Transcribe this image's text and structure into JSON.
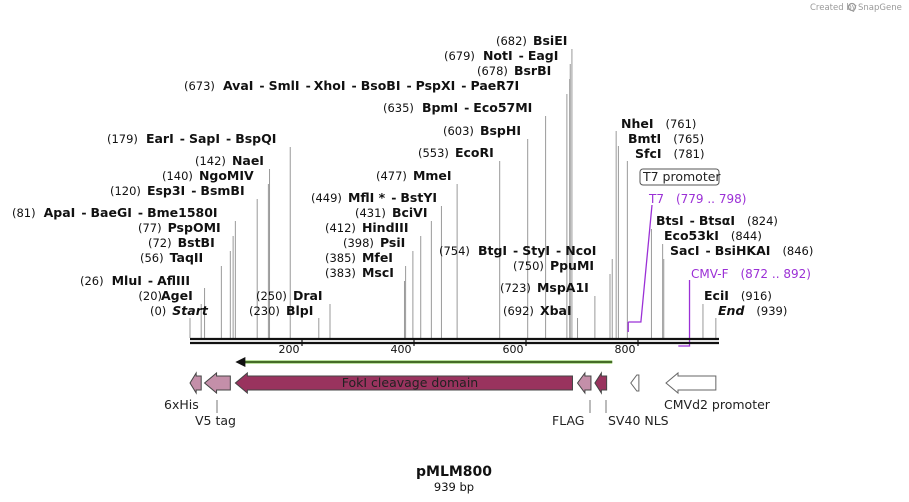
{
  "credit": "Created by",
  "brand": "SnapGene",
  "map_title": "pMLM800",
  "map_length_label": "939 bp",
  "ticks": [
    {
      "label": "200",
      "pos": 200
    },
    {
      "label": "400",
      "pos": 400
    },
    {
      "label": "600",
      "pos": 600
    },
    {
      "label": "800",
      "pos": 800
    }
  ],
  "site_groups": [
    {
      "pos_label": "(0)",
      "names": [
        "Start"
      ],
      "italic": true,
      "bp": 0
    },
    {
      "pos_label": "(20)",
      "names": [
        "AgeI"
      ],
      "bp": 20
    },
    {
      "pos_label": "(26)",
      "names": [
        "MluI",
        "AflIII"
      ],
      "bp": 26
    },
    {
      "pos_label": "(56)",
      "names": [
        "TaqII"
      ],
      "bp": 56
    },
    {
      "pos_label": "(72)",
      "names": [
        "BstBI"
      ],
      "bp": 72
    },
    {
      "pos_label": "(77)",
      "names": [
        "PspOMI"
      ],
      "bp": 77
    },
    {
      "pos_label": "(81)",
      "names": [
        "ApaI",
        "BaeGI",
        "Bme1580I"
      ],
      "bp": 81
    },
    {
      "pos_label": "(120)",
      "names": [
        "Esp3I",
        "BsmBI"
      ],
      "bp": 120
    },
    {
      "pos_label": "(140)",
      "names": [
        "NgoMIV"
      ],
      "bp": 140
    },
    {
      "pos_label": "(142)",
      "names": [
        "NaeI"
      ],
      "bp": 142
    },
    {
      "pos_label": "(179)",
      "names": [
        "EarI",
        "SapI",
        "BspQI"
      ],
      "bp": 179
    },
    {
      "pos_label": "(230)",
      "names": [
        "BlpI"
      ],
      "bp": 230
    },
    {
      "pos_label": "(250)",
      "names": [
        "DraI"
      ],
      "bp": 250
    },
    {
      "pos_label": "(383)",
      "names": [
        "MscI"
      ],
      "bp": 383
    },
    {
      "pos_label": "(385)",
      "names": [
        "MfeI"
      ],
      "bp": 385
    },
    {
      "pos_label": "(398)",
      "names": [
        "PsiI"
      ],
      "bp": 398
    },
    {
      "pos_label": "(412)",
      "names": [
        "HindIII"
      ],
      "bp": 412
    },
    {
      "pos_label": "(431)",
      "names": [
        "BciVI"
      ],
      "bp": 431
    },
    {
      "pos_label": "(449)",
      "names": [
        "MflI *",
        "BstYI"
      ],
      "bp": 449
    },
    {
      "pos_label": "(477)",
      "names": [
        "MmeI"
      ],
      "bp": 477
    },
    {
      "pos_label": "(553)",
      "names": [
        "EcoRI"
      ],
      "bp": 553
    },
    {
      "pos_label": "(603)",
      "names": [
        "BspHI"
      ],
      "bp": 603
    },
    {
      "pos_label": "(635)",
      "names": [
        "BpmI",
        "Eco57MI"
      ],
      "bp": 635
    },
    {
      "pos_label": "(673)",
      "names": [
        "AvaI",
        "SmlI",
        "XhoI",
        "BsoBI",
        "PspXI",
        "PaeR7I"
      ],
      "bp": 673
    },
    {
      "pos_label": "(678)",
      "names": [
        "BsrBI"
      ],
      "bp": 678
    },
    {
      "pos_label": "(679)",
      "names": [
        "NotI",
        "EagI"
      ],
      "bp": 679
    },
    {
      "pos_label": "(682)",
      "names": [
        "BsiEI"
      ],
      "bp": 682
    },
    {
      "pos_label": "(692)",
      "names": [
        "XbaI"
      ],
      "bp": 692
    },
    {
      "pos_label": "(723)",
      "names": [
        "MspA1I"
      ],
      "bp": 723
    },
    {
      "pos_label": "(750)",
      "names": [
        "PpuMI"
      ],
      "bp": 750
    },
    {
      "pos_label": "(754)",
      "names": [
        "BtgI",
        "StyI",
        "NcoI"
      ],
      "bp": 754
    },
    {
      "pos_label": "(761)",
      "names": [
        "NheI"
      ],
      "bp": 761
    },
    {
      "pos_label": "(765)",
      "names": [
        "BmtI"
      ],
      "bp": 765
    },
    {
      "pos_label": "(781)",
      "names": [
        "SfcI"
      ],
      "bp": 781
    },
    {
      "pos_label": "(824)",
      "names": [
        "BtsI",
        "BtsαI"
      ],
      "bp": 824
    },
    {
      "pos_label": "(844)",
      "names": [
        "Eco53kI"
      ],
      "bp": 844
    },
    {
      "pos_label": "(846)",
      "names": [
        "SacI",
        "BsiHKAI"
      ],
      "bp": 846
    },
    {
      "pos_label": "(916)",
      "names": [
        "EciI"
      ],
      "bp": 916
    },
    {
      "pos_label": "(939)",
      "names": [
        "End"
      ],
      "italic": true,
      "bp": 939
    }
  ],
  "features": [
    {
      "name": "6xHis",
      "start": 0,
      "end": 20,
      "direction": "left",
      "color": "#c48fa9"
    },
    {
      "name": "V5 tag",
      "start": 26,
      "end": 72,
      "direction": "left",
      "color": "#c48fa9"
    },
    {
      "name": "FokI cleavage domain",
      "start": 81,
      "end": 683,
      "direction": "left",
      "color": "#99335e"
    },
    {
      "name": "FLAG",
      "start": 692,
      "end": 716,
      "direction": "left",
      "color": "#c48fa9"
    },
    {
      "name": "SV40 NLS",
      "start": 723,
      "end": 744,
      "direction": "left",
      "color": "#99335e"
    },
    {
      "name": "T7 promoter",
      "start": 780,
      "end": 798,
      "direction": "left",
      "color": "#ffffff"
    },
    {
      "name": "CMVd2 promoter",
      "start": 850,
      "end": 939,
      "direction": "left",
      "color": "#ffffff"
    }
  ],
  "orf": {
    "start": 81,
    "end": 754,
    "color": "#7ac63f"
  },
  "primers": [
    {
      "name": "T7",
      "range_label": "(779 .. 798)",
      "color": "#9b30d6",
      "start": 779,
      "end": 798
    },
    {
      "name": "CMV-F",
      "range_label": "(872 .. 892)",
      "color": "#9b30d6",
      "start": 872,
      "end": 892
    }
  ]
}
